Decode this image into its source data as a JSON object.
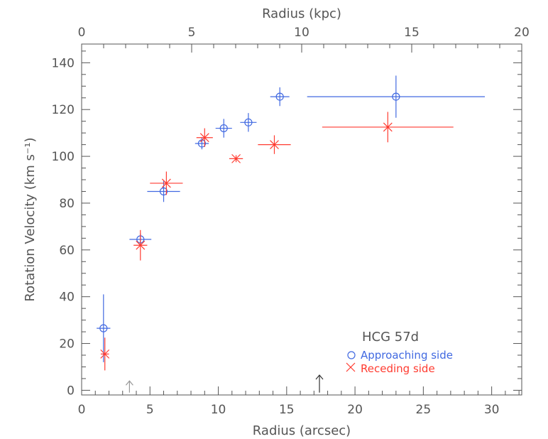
{
  "chart_data": {
    "type": "scatter",
    "title": "HCG 57d",
    "xlabel": "Radius (arcsec)",
    "ylabel": "Rotation Velocity (km s⁻¹)",
    "x2label": "Radius (kpc)",
    "xlim": [
      0,
      32.2
    ],
    "ylim": [
      -2,
      148
    ],
    "x2lim": [
      0,
      20
    ],
    "xticks": [
      0,
      5,
      10,
      15,
      20,
      25,
      30
    ],
    "yticks": [
      0,
      20,
      40,
      60,
      80,
      100,
      120,
      140
    ],
    "x2ticks": [
      0,
      5,
      10,
      15,
      20
    ],
    "grid": false,
    "legend_position": "lower-right",
    "series": [
      {
        "name": "Approaching side",
        "marker": "circle",
        "color": "#4169e1",
        "points": [
          {
            "x": 1.6,
            "y": 26.5,
            "xerr": 0.5,
            "yerr": 14.5
          },
          {
            "x": 4.3,
            "y": 64.5,
            "xerr": 0.8,
            "yerr": 2.5
          },
          {
            "x": 6.0,
            "y": 85.0,
            "xerr": 1.2,
            "yerr": 4.5
          },
          {
            "x": 8.8,
            "y": 105.5,
            "xerr": 0.5,
            "yerr": 2.5
          },
          {
            "x": 10.4,
            "y": 112.0,
            "xerr": 0.6,
            "yerr": 4.0
          },
          {
            "x": 12.2,
            "y": 114.5,
            "xerr": 0.6,
            "yerr": 4.0
          },
          {
            "x": 14.5,
            "y": 125.5,
            "xerr": 0.7,
            "yerr": 4.0
          },
          {
            "x": 23.0,
            "y": 125.5,
            "xerr": 6.5,
            "yerr": 9.0
          }
        ]
      },
      {
        "name": "Receding side",
        "marker": "cross",
        "color": "#ff3b30",
        "points": [
          {
            "x": 1.7,
            "y": 15.5,
            "xerr": 0.3,
            "yerr": 7.0
          },
          {
            "x": 4.3,
            "y": 62.0,
            "xerr": 0.5,
            "yerr": 6.5
          },
          {
            "x": 6.2,
            "y": 88.5,
            "xerr": 1.2,
            "yerr": 5.0
          },
          {
            "x": 9.0,
            "y": 108.0,
            "xerr": 0.6,
            "yerr": 4.0
          },
          {
            "x": 11.3,
            "y": 99.0,
            "xerr": 0.5,
            "yerr": 1.5
          },
          {
            "x": 14.1,
            "y": 105.0,
            "xerr": 1.2,
            "yerr": 4.0
          },
          {
            "x": 22.4,
            "y": 112.5,
            "xerr": 4.8,
            "yerr": 6.5
          }
        ]
      }
    ],
    "annotations": [
      {
        "type": "arrow",
        "x": 3.5,
        "y_from": -1,
        "y_to": 4,
        "color": "#999999"
      },
      {
        "type": "arrow",
        "x": 17.4,
        "y_from": -1,
        "y_to": 6.5,
        "color": "#333333"
      }
    ]
  }
}
